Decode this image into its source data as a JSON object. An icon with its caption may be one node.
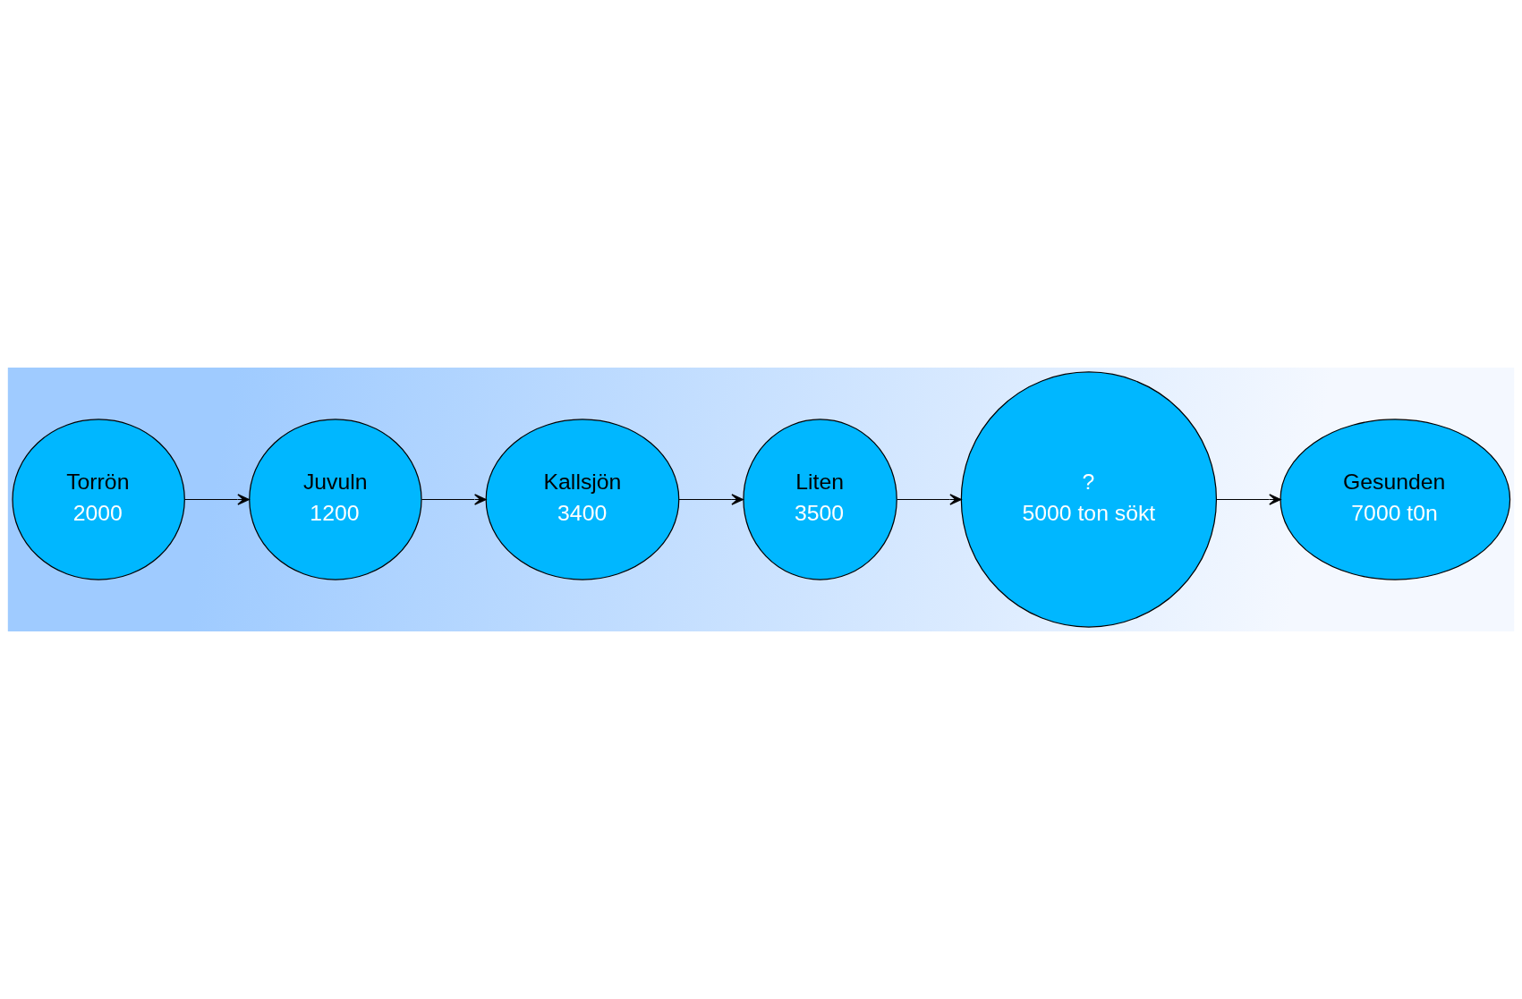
{
  "diagram": {
    "nodes": [
      {
        "text": [
          "Torrön",
          "2000"
        ]
      },
      {
        "text": [
          "Juvuln",
          "1200"
        ]
      },
      {
        "text": [
          "Kallsjön",
          "3400"
        ]
      },
      {
        "text": [
          "Liten",
          "3500"
        ]
      },
      {
        "text": [
          "?",
          "5000 ton sökt"
        ]
      },
      {
        "text": [
          "Gesunden",
          "7000 t0n"
        ]
      }
    ],
    "edges": [
      {
        "from": 0,
        "to": 1,
        "arrow": "to"
      },
      {
        "from": 1,
        "to": 2,
        "arrow": "to"
      },
      {
        "from": 2,
        "to": 3,
        "arrow": "to"
      },
      {
        "from": 3,
        "to": 4,
        "arrow": "to"
      },
      {
        "from": 4,
        "to": 5,
        "arrow": "to"
      }
    ]
  }
}
